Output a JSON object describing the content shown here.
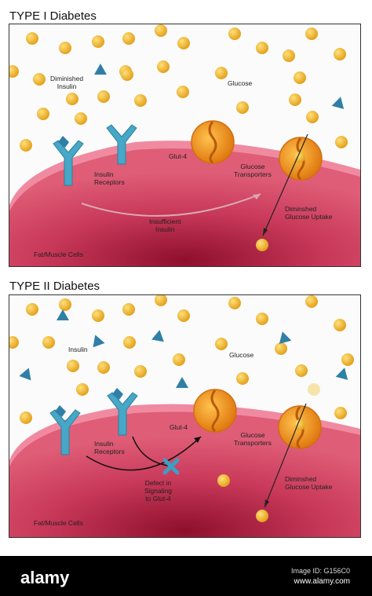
{
  "panel1": {
    "title": "TYPE I Diabetes",
    "labels": {
      "diminished_insulin": "Diminished\nInsulin",
      "glucose": "Glucose",
      "glut4": "Glut-4",
      "insulin_receptors": "Insulin\nReceptors",
      "glucose_transporters": "Glucose\nTransporters",
      "insufficient_insulin": "Insufficient\nInsulin",
      "diminished_uptake": "Diminshed\nGlucose Uptake",
      "cells": "Fat/Muscle Cells"
    }
  },
  "panel2": {
    "title": "TYPE II Diabetes",
    "labels": {
      "insulin": "Insulin",
      "glucose": "Glucose",
      "glut4": "Glut-4",
      "insulin_receptors": "Insulin\nReceptors",
      "glucose_transporters": "Glucose\nTransporters",
      "defect": "Defect in\nSignaling\nto Glut-4",
      "diminished_uptake": "Diminshed\nGlucose Uptake",
      "cells": "Fat/Muscle Cells"
    }
  },
  "footer": {
    "brand": "alamy",
    "image_id": "Image ID: G156C0",
    "url": "www.alamy.com"
  },
  "colors": {
    "glucose": "#f2b530",
    "insulin": "#2f7fa6",
    "receptor": "#46a7c7",
    "cell": "#c83a5a",
    "glut": "#f08a1c"
  }
}
